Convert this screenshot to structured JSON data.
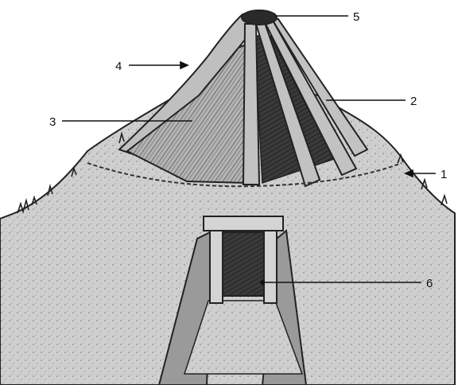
{
  "diagram": {
    "subject": "pit-house",
    "labels": [
      {
        "id": "1",
        "text": "1"
      },
      {
        "id": "2",
        "text": "2"
      },
      {
        "id": "3",
        "text": "3"
      },
      {
        "id": "4",
        "text": "4"
      },
      {
        "id": "5",
        "text": "5"
      },
      {
        "id": "6",
        "text": "6"
      }
    ]
  },
  "colors": {
    "ink": "#111111",
    "earth": "#c9c9c9",
    "thatch": "#a8a8a8",
    "poles": "#bdbdbd",
    "interior": "#3a3a3a",
    "floor": "#b0b0b0"
  }
}
